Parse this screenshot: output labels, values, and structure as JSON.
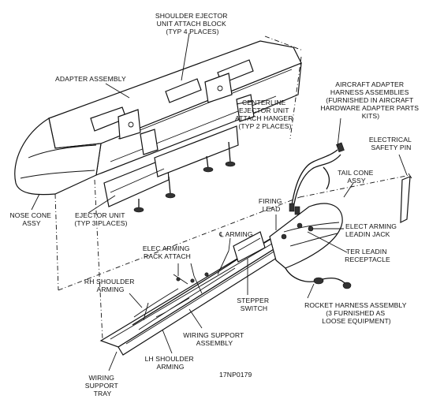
{
  "labels": {
    "shoulder_ejector": [
      "SHOULDER EJECTOR",
      "UNIT ATTACH BLOCK",
      "(TYP 4 PLACES)"
    ],
    "adapter_assembly": [
      "ADAPTER ASSEMBLY"
    ],
    "aircraft_adapter": [
      "AIRCRAFT ADAPTER",
      "HARNESS ASSEMBLIES",
      "(FURNISHED IN AIRCRAFT",
      "HARDWARE ADAPTER PARTS",
      "KITS)"
    ],
    "centerline_hanger": [
      "CENTERLINE",
      "EJECTOR UNIT",
      "ATTACH HANGER",
      "(TYP 2 PLACES)"
    ],
    "electrical_safety_pin": [
      "ELECTRICAL",
      "SAFETY PIN"
    ],
    "tail_cone": [
      "TAIL CONE",
      "ASSY"
    ],
    "nose_cone": [
      "NOSE CONE",
      "ASSY"
    ],
    "ejector_unit": [
      "EJECTOR UNIT",
      "(TYP 3 PLACES)"
    ],
    "firing_lead": [
      "FIRING",
      "LEAD"
    ],
    "elect_arming_leadin": [
      "ELECT ARMING",
      "LEADIN JACK"
    ],
    "cl_arming": [
      "℄ ARMING"
    ],
    "elec_arming_rack": [
      "ELEC ARMING",
      "RACK ATTACH"
    ],
    "ter_leadin": [
      "TER LEADIN",
      "RECEPTACLE"
    ],
    "rh_shoulder": [
      "RH SHOULDER",
      "ARMING"
    ],
    "rocket_harness": [
      "ROCKET HARNESS ASSEMBLY",
      "(3 FURNISHED AS",
      "LOOSE EQUIPMENT)"
    ],
    "stepper_switch": [
      "STEPPER",
      "SWITCH"
    ],
    "wiring_support_assembly": [
      "WIRING SUPPORT",
      "ASSEMBLY"
    ],
    "lh_shoulder": [
      "LH SHOULDER",
      "ARMING"
    ],
    "wiring_support_tray": [
      "WIRING",
      "SUPPORT",
      "TRAY"
    ],
    "figure_id": [
      "17NP0179"
    ]
  }
}
